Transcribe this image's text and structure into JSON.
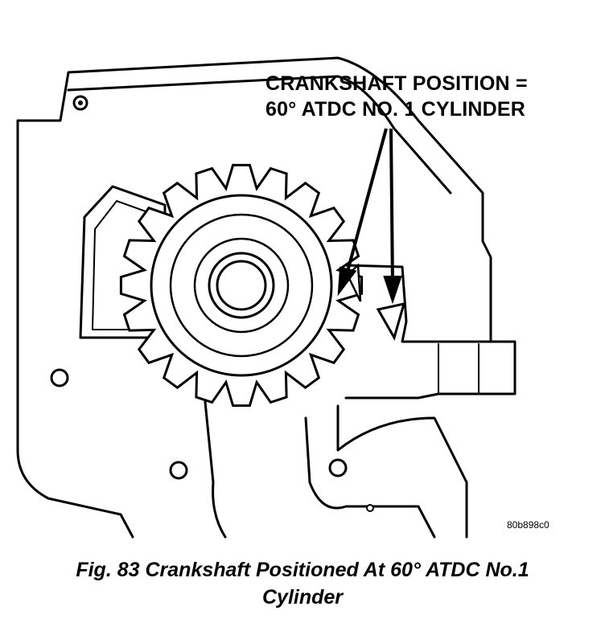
{
  "callout": {
    "line1": "CRANKSHAFT POSITION =",
    "line2": "60° ATDC NO. 1 CYLINDER"
  },
  "reference_code": "80b898c0",
  "caption": {
    "line1": "Fig. 83 Crankshaft Positioned At 60° ATDC No.1",
    "line2": "Cylinder"
  },
  "colors": {
    "ink": "#000000",
    "paper": "#ffffff"
  }
}
